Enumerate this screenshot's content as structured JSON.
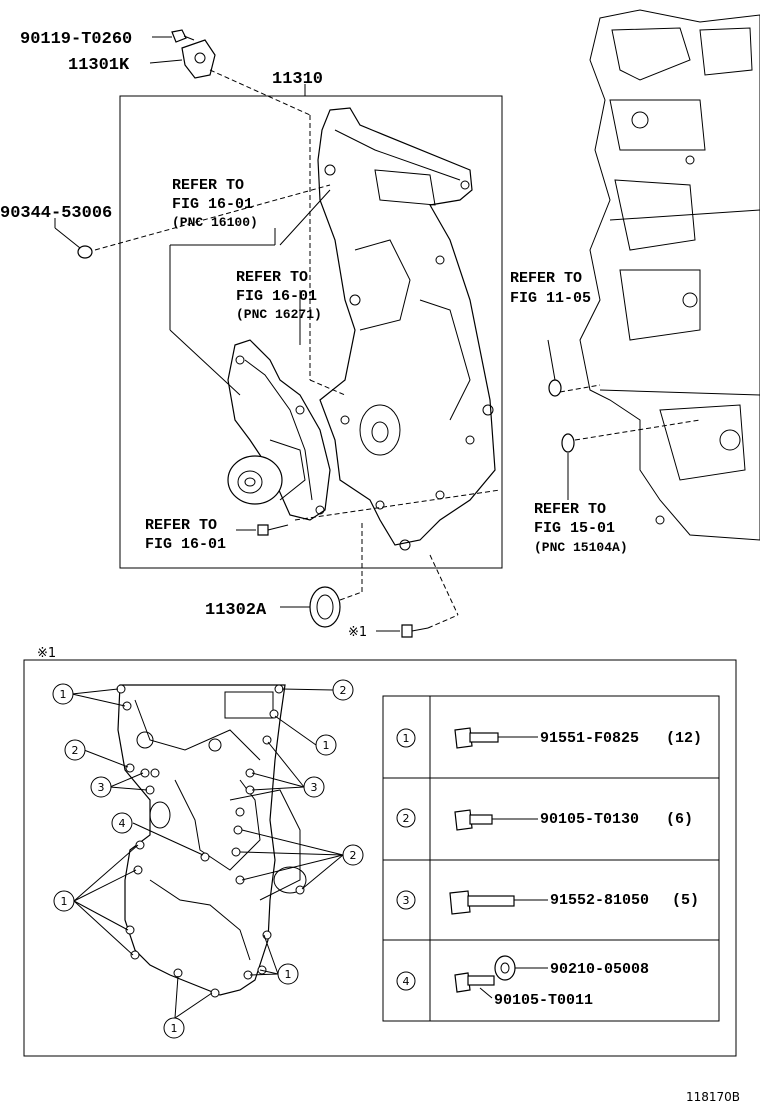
{
  "top": {
    "part_90119": "90119-T0260",
    "part_11301K": "11301K",
    "part_11310": "11310",
    "part_90344": "90344-53006",
    "part_11302A": "11302A",
    "ref_a_line1": "REFER TO",
    "ref_a_line2": "FIG 16-01",
    "ref_a_line3": "(PNC 16100)",
    "ref_b_line1": "REFER TO",
    "ref_b_line2": "FIG 16-01",
    "ref_b_line3": "(PNC 16271)",
    "ref_c_line1": "REFER TO",
    "ref_c_line2": "FIG 11-05",
    "ref_d_line1": "REFER TO",
    "ref_d_line2": "FIG 15-01",
    "ref_d_line3": "(PNC 15104A)",
    "ref_e_line1": "REFER TO",
    "ref_e_line2": "FIG 16-01",
    "star_note": "※1"
  },
  "detail": {
    "star_label": "※1",
    "bolts": [
      {
        "num": "1",
        "part": "91551-F0825",
        "qty": "(12)"
      },
      {
        "num": "2",
        "part": "90105-T0130",
        "qty": "(6)"
      },
      {
        "num": "3",
        "part": "91552-81050",
        "qty": "(5)"
      },
      {
        "num": "4",
        "part": "90210-05008",
        "part2": "90105-T0011"
      }
    ],
    "callouts": [
      "1",
      "2",
      "1",
      "2",
      "3",
      "3",
      "4",
      "2",
      "1",
      "1",
      "1"
    ]
  },
  "footer": {
    "figure_id": "118170B"
  }
}
